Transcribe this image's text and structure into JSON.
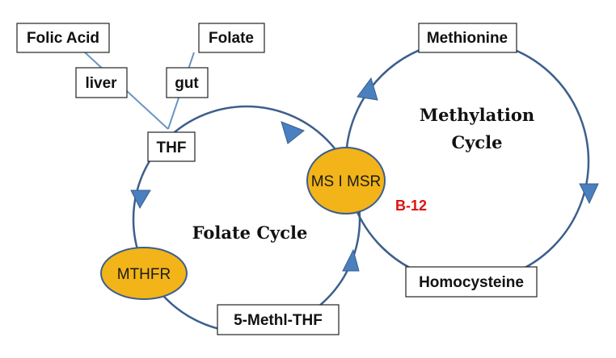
{
  "nodes": {
    "folic_acid": "Folic Acid",
    "folate": "Folate",
    "liver": "liver",
    "gut": "gut",
    "thf": "THF",
    "methionine": "Methionine",
    "homocysteine": "Homocysteine",
    "methyl_thf": "5-Methl-THF"
  },
  "enzymes": {
    "ms_msr": "MS I MSR",
    "mthfr": "MTHFR"
  },
  "cycles": {
    "methylation_line1": "Methylation",
    "methylation_line2": "Cycle",
    "folate": "Folate Cycle"
  },
  "cofactor": {
    "label": "B-12",
    "color": "#e01010"
  },
  "colors": {
    "cycle_stroke": "#3c5f8c",
    "connector": "#6a96c2",
    "arrow_fill": "#4a7fc0",
    "enzyme_fill": "#f2b418",
    "enzyme_stroke": "#3c5f8c",
    "box_stroke": "#222222"
  }
}
